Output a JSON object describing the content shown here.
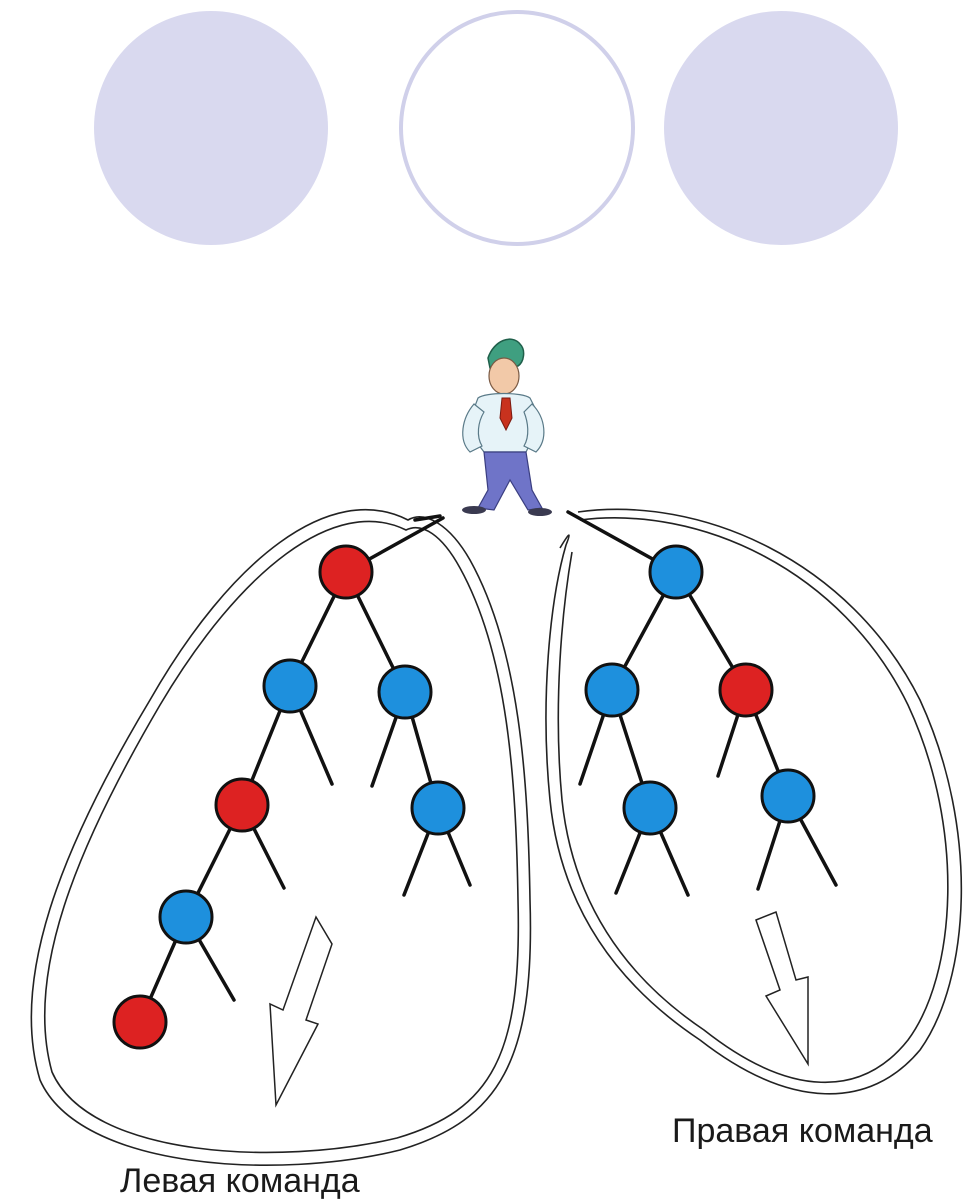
{
  "colors": {
    "background": "#ffffff",
    "header_circle_fill": "#d9d9ef",
    "header_circle_stroke": "#d0d0ea",
    "node_red": "#dd2222",
    "node_blue": "#1e90dd",
    "node_stroke": "#111111",
    "edge": "#111111",
    "team_outline": "#222222"
  },
  "header": {
    "circles": [
      "filled",
      "outline",
      "filled"
    ]
  },
  "figure": {
    "icon": "manager-person-icon"
  },
  "teams": {
    "left": {
      "label": "Левая команда",
      "node_colors": [
        "red",
        "blue",
        "blue",
        "red",
        "blue",
        "blue",
        "red"
      ]
    },
    "right": {
      "label": "Правая команда",
      "node_colors": [
        "blue",
        "blue",
        "red",
        "blue",
        "blue"
      ]
    }
  }
}
